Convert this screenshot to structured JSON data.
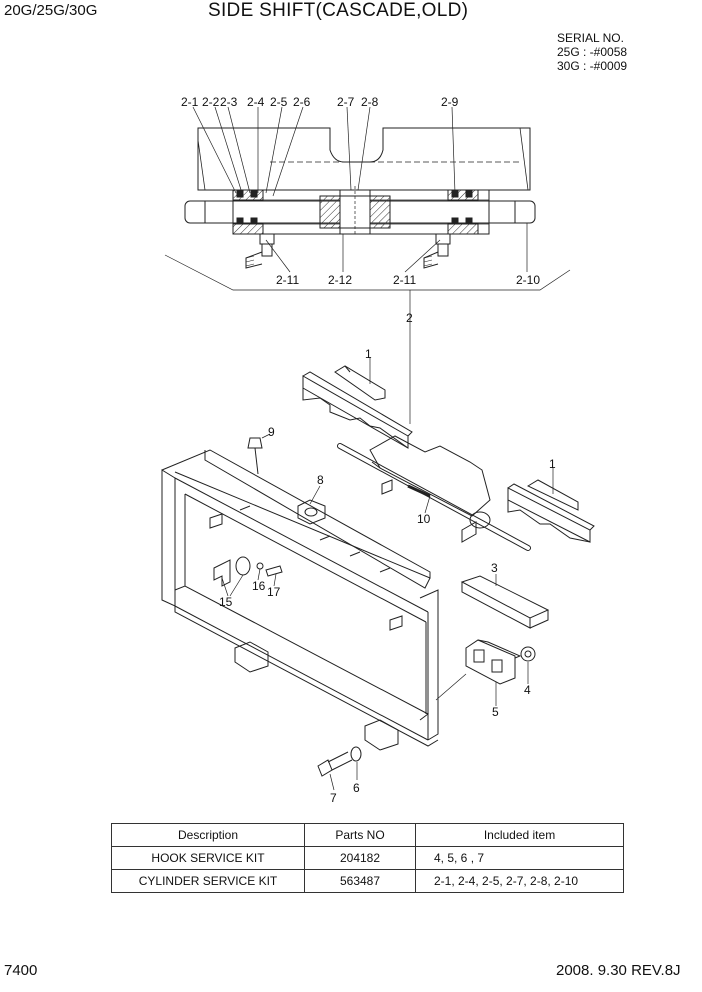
{
  "header": {
    "model": "20G/25G/30G",
    "title": "SIDE SHIFT(CASCADE,OLD)",
    "serial_heading": "SERIAL NO.",
    "serial_lines": [
      "25G : -#0058",
      "30G : -#0009"
    ]
  },
  "callouts": {
    "c2_1": "2-1",
    "c2_2": "2-2",
    "c2_3": "2-3",
    "c2_4": "2-4",
    "c2_5": "2-5",
    "c2_6": "2-6",
    "c2_7": "2-7",
    "c2_8": "2-8",
    "c2_9": "2-9",
    "c2_10": "2-10",
    "c2_11a": "2-11",
    "c2_12": "2-12",
    "c2_11b": "2-11",
    "c2": "2",
    "c1a": "1",
    "c1b": "1",
    "c9": "9",
    "c8": "8",
    "c10": "10",
    "c3": "3",
    "c4": "4",
    "c5": "5",
    "c15": "15",
    "c16": "16",
    "c17": "17",
    "c7": "7",
    "c6": "6"
  },
  "table": {
    "headers": [
      "Description",
      "Parts NO",
      "Included item"
    ],
    "rows": [
      [
        "HOOK SERVICE KIT",
        "204182",
        "4, 5, 6 , 7"
      ],
      [
        "CYLINDER SERVICE KIT",
        "563487",
        "2-1, 2-4, 2-5, 2-7, 2-8, 2-10"
      ]
    ]
  },
  "footer": {
    "page_number": "7400",
    "date_rev": "2008. 9.30  REV.8J"
  }
}
